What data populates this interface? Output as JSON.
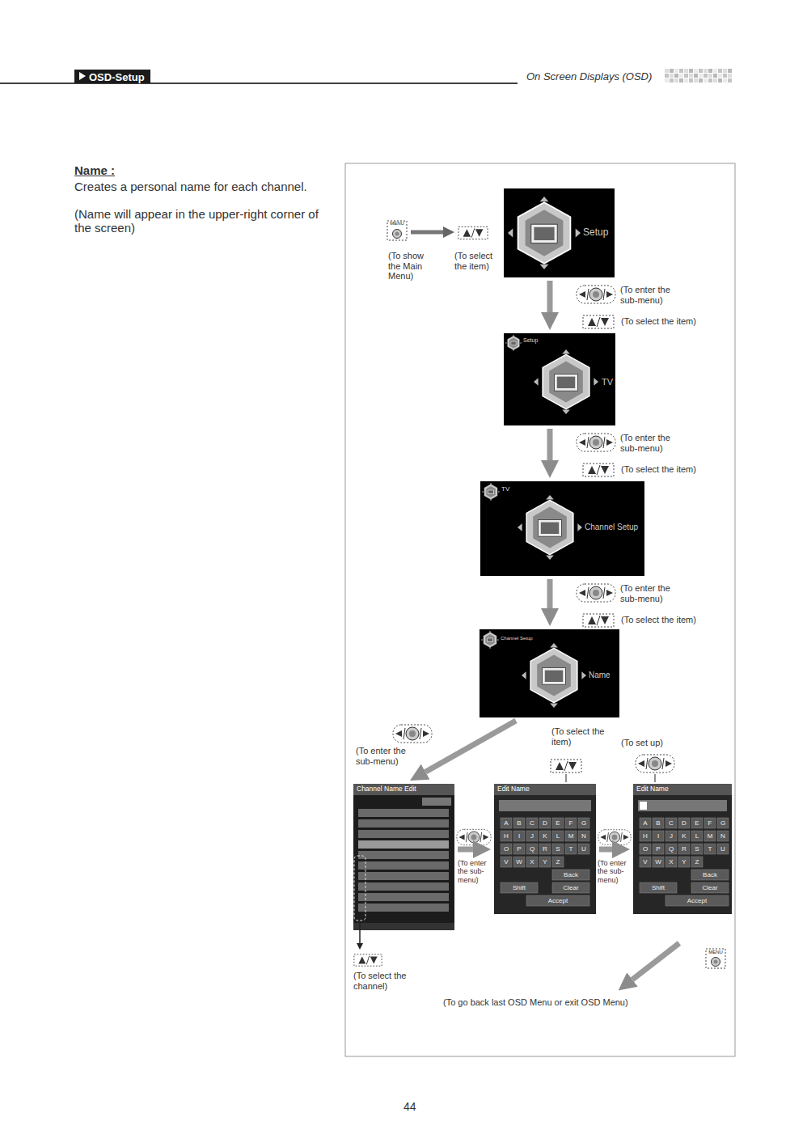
{
  "diagram": {
    "nodes": [
      {
        "text": [
          "OSD-Setup"
        ]
      },
      {
        "text": [
          "Setup"
        ]
      },
      {
        "text": [
          "Setup",
          "TV"
        ]
      },
      {
        "text": [
          "TV",
          "Channel Setup"
        ]
      },
      {
        "text": [
          "Channel Setup",
          "Name"
        ]
      },
      {
        "text": [
          "Channel Name Edit"
        ]
      },
      {
        "text": [
          "Edit Name"
        ]
      },
      {
        "text": [
          "Edit Name"
        ]
      }
    ],
    "edges": [
      {
        "from": 1,
        "to": 2,
        "arrow": "to"
      },
      {
        "from": 2,
        "to": 3,
        "arrow": "to"
      },
      {
        "from": 3,
        "to": 4,
        "arrow": "to"
      },
      {
        "from": 4,
        "to": 5,
        "arrow": "to"
      },
      {
        "from": 5,
        "to": 6,
        "arrow": "to"
      },
      {
        "from": 6,
        "to": 7,
        "arrow": "to"
      }
    ],
    "labels": [
      "On Screen Displays (OSD)",
      "Name :",
      "Creates a personal name for each channel.",
      "(Name will appear in the upper-right corner of the screen)",
      "MENU",
      "(To show the Main Menu)",
      "(To select the item)",
      "(To enter the sub-menu)",
      "(To select the item)",
      "(To enter the sub-menu)",
      "(To select the item)",
      "(To enter the sub-menu)",
      "(To select the item)",
      "(To enter the sub-menu)",
      "(To select the item)",
      "(To set up)",
      "(To enter the sub-menu)",
      "(To enter the sub-menu)",
      "(To select the channel)",
      "MENU",
      "(To go back last OSD Menu or exit OSD Menu)",
      "44",
      "A",
      "B",
      "C",
      "D",
      "E",
      "F",
      "G",
      "H",
      "I",
      "J",
      "K",
      "L",
      "M",
      "N",
      "O",
      "P",
      "Q",
      "R",
      "S",
      "T",
      "U",
      "V",
      "W",
      "X",
      "Y",
      "Z",
      "Back",
      "Shift",
      "Clear",
      "Accept",
      "A",
      "B",
      "C",
      "D",
      "E",
      "F",
      "G",
      "H",
      "I",
      "J",
      "K",
      "L",
      "M",
      "N",
      "O",
      "P",
      "Q",
      "R",
      "S",
      "T",
      "U",
      "V",
      "W",
      "X",
      "Y",
      "Z",
      "Back",
      "Shift",
      "Clear",
      "Accept"
    ]
  }
}
